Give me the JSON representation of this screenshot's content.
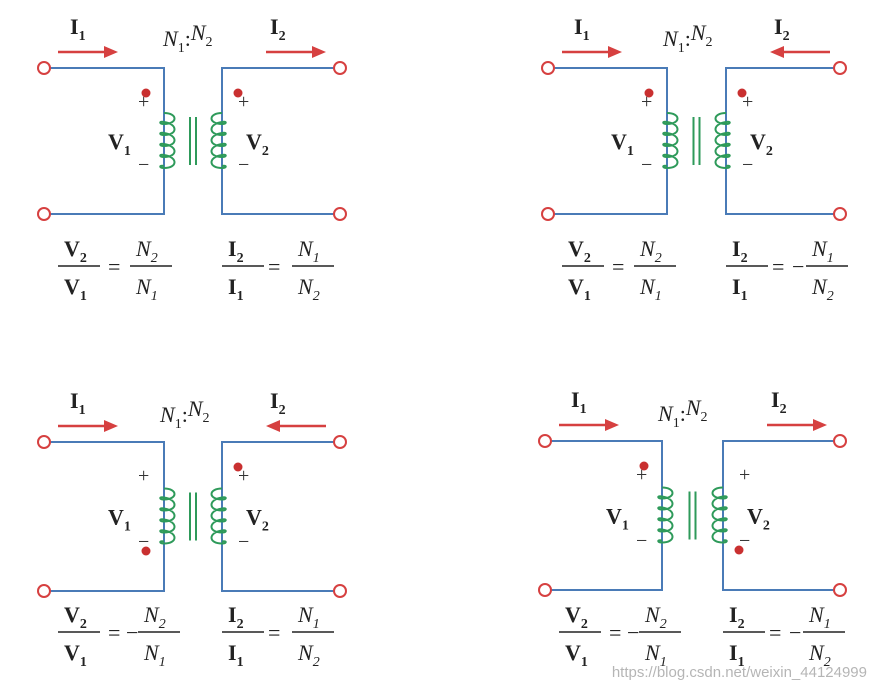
{
  "panels": [
    {
      "id": "top-left",
      "i1_label": "I",
      "i1_sub": "1",
      "i2_label": "I",
      "i2_sub": "2",
      "ratio_n1": "N",
      "ratio_n1_sub": "1",
      "ratio_colon": ":",
      "ratio_n2": "N",
      "ratio_n2_sub": "2",
      "v1_label": "V",
      "v1_sub": "1",
      "v2_label": "V",
      "v2_sub": "2",
      "plus": "+",
      "minus": "−",
      "i2_direction": "out",
      "dot_primary": "top",
      "dot_secondary": "top",
      "voltage_sign": "",
      "current_sign": "",
      "eq1_num": "V",
      "eq1_num_sub": "2",
      "eq1_den": "V",
      "eq1_den_sub": "1",
      "eq1_rhs_num": "N",
      "eq1_rhs_num_sub": "2",
      "eq1_rhs_den": "N",
      "eq1_rhs_den_sub": "1",
      "eq2_num": "I",
      "eq2_num_sub": "2",
      "eq2_den": "I",
      "eq2_den_sub": "1",
      "eq2_rhs_num": "N",
      "eq2_rhs_num_sub": "1",
      "eq2_rhs_den": "N",
      "eq2_rhs_den_sub": "2",
      "equals": "="
    },
    {
      "id": "top-right",
      "i1_label": "I",
      "i1_sub": "1",
      "i2_label": "I",
      "i2_sub": "2",
      "ratio_n1": "N",
      "ratio_n1_sub": "1",
      "ratio_colon": ":",
      "ratio_n2": "N",
      "ratio_n2_sub": "2",
      "v1_label": "V",
      "v1_sub": "1",
      "v2_label": "V",
      "v2_sub": "2",
      "plus": "+",
      "minus": "−",
      "i2_direction": "in",
      "dot_primary": "top",
      "dot_secondary": "top",
      "voltage_sign": "",
      "current_sign": "−",
      "eq1_num": "V",
      "eq1_num_sub": "2",
      "eq1_den": "V",
      "eq1_den_sub": "1",
      "eq1_rhs_num": "N",
      "eq1_rhs_num_sub": "2",
      "eq1_rhs_den": "N",
      "eq1_rhs_den_sub": "1",
      "eq2_num": "I",
      "eq2_num_sub": "2",
      "eq2_den": "I",
      "eq2_den_sub": "1",
      "eq2_rhs_num": "N",
      "eq2_rhs_num_sub": "1",
      "eq2_rhs_den": "N",
      "eq2_rhs_den_sub": "2",
      "equals": "="
    },
    {
      "id": "bottom-left",
      "i1_label": "I",
      "i1_sub": "1",
      "i2_label": "I",
      "i2_sub": "2",
      "ratio_n1": "N",
      "ratio_n1_sub": "1",
      "ratio_colon": ":",
      "ratio_n2": "N",
      "ratio_n2_sub": "2",
      "v1_label": "V",
      "v1_sub": "1",
      "v2_label": "V",
      "v2_sub": "2",
      "plus": "+",
      "minus": "−",
      "i2_direction": "in",
      "dot_primary": "bottom",
      "dot_secondary": "top",
      "voltage_sign": "−",
      "current_sign": "",
      "eq1_num": "V",
      "eq1_num_sub": "2",
      "eq1_den": "V",
      "eq1_den_sub": "1",
      "eq1_rhs_num": "N",
      "eq1_rhs_num_sub": "2",
      "eq1_rhs_den": "N",
      "eq1_rhs_den_sub": "1",
      "eq2_num": "I",
      "eq2_num_sub": "2",
      "eq2_den": "I",
      "eq2_den_sub": "1",
      "eq2_rhs_num": "N",
      "eq2_rhs_num_sub": "1",
      "eq2_rhs_den": "N",
      "eq2_rhs_den_sub": "2",
      "equals": "="
    },
    {
      "id": "bottom-right",
      "i1_label": "I",
      "i1_sub": "1",
      "i2_label": "I",
      "i2_sub": "2",
      "ratio_n1": "N",
      "ratio_n1_sub": "1",
      "ratio_colon": ":",
      "ratio_n2": "N",
      "ratio_n2_sub": "2",
      "v1_label": "V",
      "v1_sub": "1",
      "v2_label": "V",
      "v2_sub": "2",
      "plus": "+",
      "minus": "−",
      "i2_direction": "out",
      "dot_primary": "top",
      "dot_secondary": "bottom",
      "voltage_sign": "−",
      "current_sign": "−",
      "eq1_num": "V",
      "eq1_num_sub": "2",
      "eq1_den": "V",
      "eq1_den_sub": "1",
      "eq1_rhs_num": "N",
      "eq1_rhs_num_sub": "2",
      "eq1_rhs_den": "N",
      "eq1_rhs_den_sub": "1",
      "eq2_num": "I",
      "eq2_num_sub": "2",
      "eq2_den": "I",
      "eq2_den_sub": "1",
      "eq2_rhs_num": "N",
      "eq2_rhs_num_sub": "1",
      "eq2_rhs_den": "N",
      "eq2_rhs_den_sub": "2",
      "equals": "="
    }
  ],
  "watermark": "https://blog.csdn.net/weixin_44124999",
  "colors": {
    "wire": "#4a7bb7",
    "terminal": "#d64040",
    "arrow": "#d64040",
    "coil": "#2e9a5a",
    "dot": "#c93030"
  }
}
